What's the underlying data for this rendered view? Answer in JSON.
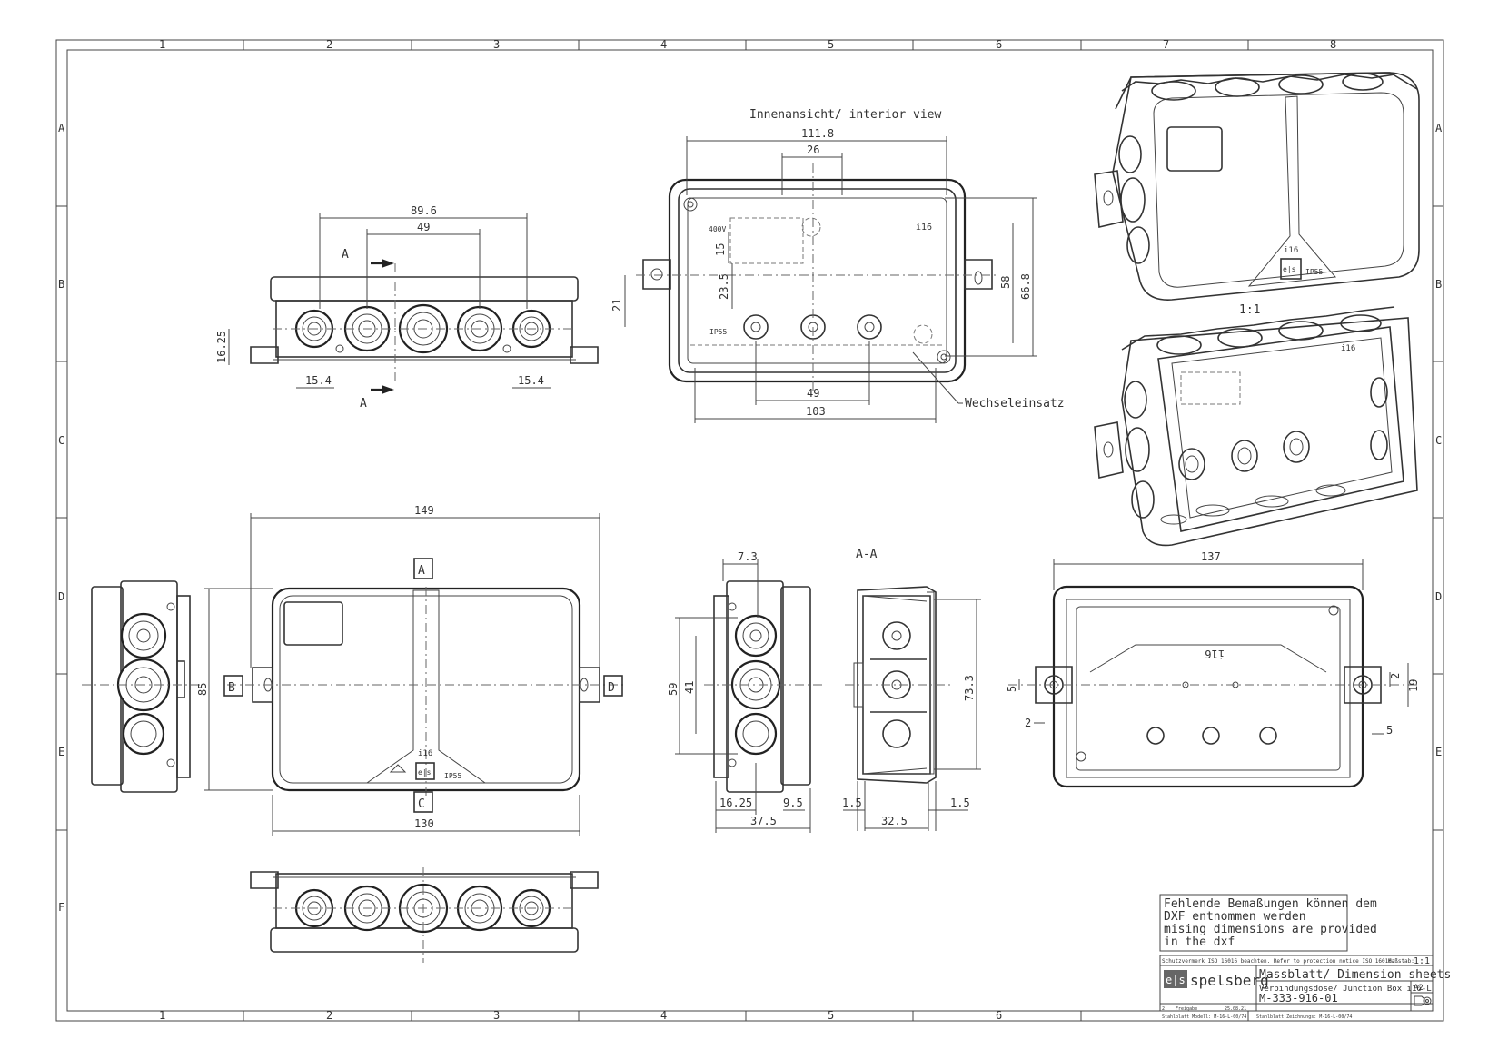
{
  "grid": {
    "cols": [
      "1",
      "2",
      "3",
      "4",
      "5",
      "6",
      "7",
      "8"
    ],
    "rows": [
      "A",
      "B",
      "C",
      "D",
      "E",
      "F"
    ]
  },
  "views": {
    "interior_title": "Innenansicht/ interior view",
    "section_label": "A",
    "section_title": "A-A",
    "scale_label": "1:1",
    "insert_label": "Wechseleinsatz",
    "ref_a": "A",
    "ref_b": "B",
    "ref_c": "C",
    "ref_d": "D",
    "product_mark": "i16",
    "ip_mark": "IP55",
    "es_mark": "e|s",
    "volt_mark": "400V"
  },
  "dimensions": {
    "d89_6": "89.6",
    "d49a": "49",
    "d16_25a": "16.25",
    "d15_4a": "15.4",
    "d15_4b": "15.4",
    "d111_8": "111.8",
    "d26": "26",
    "d15": "15",
    "d23_5": "23.5",
    "d21": "21",
    "d58": "58",
    "d66_8": "66.8",
    "d49b": "49",
    "d103": "103",
    "d149": "149",
    "d85": "85",
    "d130": "130",
    "d7_3": "7.3",
    "d59": "59",
    "d41": "41",
    "d16_25b": "16.25",
    "d9_5": "9.5",
    "d37_5": "37.5",
    "d73_3": "73.3",
    "d1_5a": "1.5",
    "d1_5b": "1.5",
    "d32_5": "32.5",
    "d137": "137",
    "d5a": "5",
    "d2a": "2",
    "d2b": "2",
    "d19": "19",
    "d5b": "5"
  },
  "note": {
    "line1": "Fehlende Bemaßungen können dem",
    "line2": "DXF entnommen werden",
    "line3": "mising dimensions are provided",
    "line4": "in the dxf"
  },
  "titleblock": {
    "protection": "Schutzvermerk ISO 16016 beachten. Refer to protection notice ISO 16016.",
    "scale_caption": "Maßstab:",
    "scale_value": "1:1",
    "brand": "spelsberg",
    "logo": "e|s",
    "sheet_title": "Massblatt/ Dimension sheets",
    "description": "Verbindungsdose/ Junction Box  i16-L",
    "format": "A2",
    "doc_number": "M-333-916-01",
    "rev": "2",
    "status": "Freigabe",
    "date": "25.08.21",
    "std_model": "Stahlblatt Modell: M-16-L-00/74",
    "std_drawing": "Stahlblatt Zeichnungs: M-16-L-00/74"
  }
}
